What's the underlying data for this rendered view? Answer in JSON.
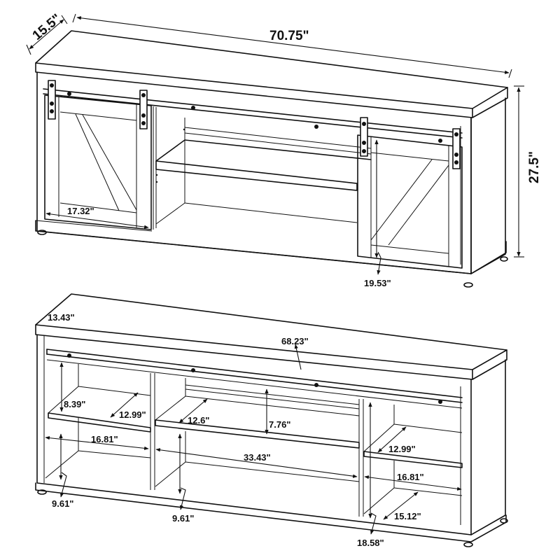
{
  "diagram": {
    "type": "dimension-drawing",
    "subject": "TV console with sliding barn doors",
    "views": [
      {
        "name": "closed-view",
        "dimensions": {
          "depth": "15.5\"",
          "width": "70.75\"",
          "height": "27.5\"",
          "door_opening_width": "17.32\"",
          "door_opening_height": "19.53\""
        }
      },
      {
        "name": "open-view",
        "dimensions": {
          "interior_depth": "13.43\"",
          "interior_width": "68.23\"",
          "left_upper_shelf_height": "8.39\"",
          "left_shelf_depth": "12.99\"",
          "center_shelf_depth": "12.6\"",
          "center_upper_height": "7.76\"",
          "left_bay_width": "16.81\"",
          "center_bay_width": "33.43\"",
          "right_shelf_depth": "12.99\"",
          "right_bay_width": "16.81\"",
          "left_lower_height": "9.61\"",
          "center_lower_height": "9.61\"",
          "right_bottom_depth": "15.12\"",
          "right_bay_height": "18.58\""
        }
      }
    ]
  },
  "labels": {
    "depth": "15.5\"",
    "width": "70.75\"",
    "height": "27.5\"",
    "door_w": "17.32\"",
    "door_h": "19.53\"",
    "int_depth": "13.43\"",
    "int_width": "68.23\"",
    "l_up_h": "8.39\"",
    "l_shelf_d": "12.99\"",
    "c_shelf_d": "12.6\"",
    "c_up_h": "7.76\"",
    "l_bay_w": "16.81\"",
    "c_bay_w": "33.43\"",
    "r_shelf_d": "12.99\"",
    "r_bay_w": "16.81\"",
    "l_low_h": "9.61\"",
    "c_low_h": "9.61\"",
    "r_bot_d": "15.12\"",
    "r_bay_h": "18.58\""
  }
}
